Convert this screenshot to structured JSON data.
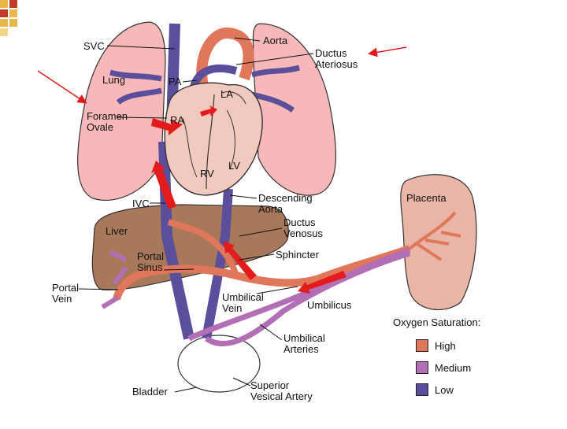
{
  "colors": {
    "high": "#e0765a",
    "medium": "#b36fb5",
    "low": "#5b4f9b",
    "lung": "#f6b8b8",
    "liver": "#a8785a",
    "placenta": "#e9b5a6",
    "heart": "#f2c9bf",
    "arrow_red": "#e31b1b"
  },
  "labels": {
    "svc": "SVC",
    "aorta": "Aorta",
    "ductus_arteriosus": "Ductus\nAteriosus",
    "lung": "Lung",
    "pa": "PA",
    "la": "LA",
    "ra": "RA",
    "rv": "RV",
    "lv": "LV",
    "foramen_ovale": "Foramen\nOvale",
    "ivc": "IVC",
    "descending_aorta": "Descending\nAorta",
    "placenta": "Placenta",
    "liver": "Liver",
    "ductus_venosus": "Ductus\nVenosus",
    "sphincter": "Sphincter",
    "portal_sinus": "Portal\nSinus",
    "portal_vein": "Portal\nVein",
    "umbilical_vein": "Umbilical\nVein",
    "umbilicus": "Umbilicus",
    "umbilical_arteries": "Umbilical\nArteries",
    "bladder": "Bladder",
    "superior_vesical_artery": "Superior\nVesical Artery"
  },
  "legend": {
    "title": "Oxygen Saturation:",
    "items": [
      {
        "label": "High",
        "color": "#e0765a"
      },
      {
        "label": "Medium",
        "color": "#b36fb5"
      },
      {
        "label": "Low",
        "color": "#5b4f9b"
      }
    ]
  }
}
